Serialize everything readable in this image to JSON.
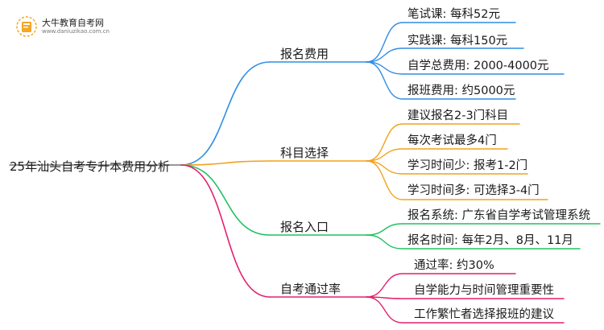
{
  "logo": {
    "title": "大牛教育自考网",
    "url_text": "www.daniuzikao.com.cn"
  },
  "root": "25年汕头自考专升本费用分析",
  "colors": {
    "root_line": "#777777",
    "blue": "#2f8de4",
    "orange": "#f0a21a",
    "green": "#21c062",
    "pink": "#e4206e",
    "logo_orange": "#f5a623"
  },
  "branches": [
    {
      "label": "报名费用",
      "color_key": "blue",
      "items": [
        "笔试课: 每科52元",
        "实践课: 每科150元",
        "自学总费用: 2000-4000元",
        "报班费用: 约5000元"
      ]
    },
    {
      "label": "科目选择",
      "color_key": "orange",
      "items": [
        "建议报名2-3门科目",
        "每次考试最多4门",
        "学习时间少: 报考1-2门",
        "学习时间多: 可选择3-4门"
      ]
    },
    {
      "label": "报名入口",
      "color_key": "green",
      "items": [
        "报名系统: 广东省自学考试管理系统",
        "报名时间: 每年2月、8月、11月"
      ]
    },
    {
      "label": "自考通过率",
      "color_key": "pink",
      "items": [
        "通过率: 约30%",
        "自学能力与时间管理重要性",
        "工作繁忙者选择报班的建议"
      ]
    }
  ]
}
